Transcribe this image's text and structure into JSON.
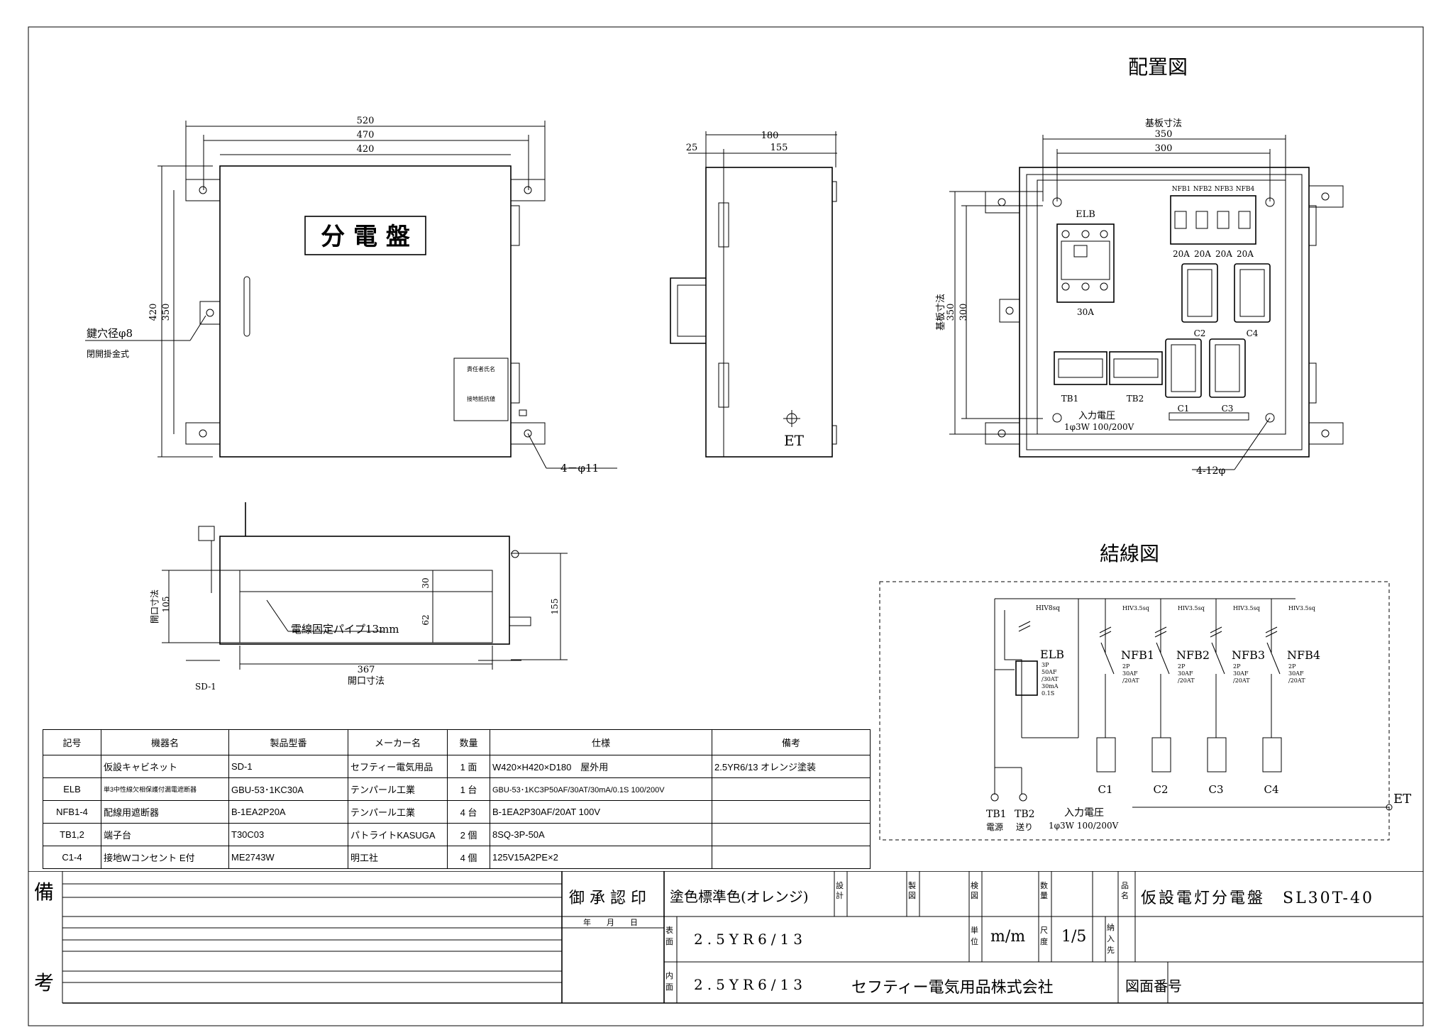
{
  "front_view": {
    "dim_520": "520",
    "dim_470": "470",
    "dim_420": "420",
    "dim_420v": "420",
    "dim_350v": "350",
    "panel_title": "分 電 盤",
    "keyhole_label": "鍵穴径φ8",
    "keyhole_sub": "閉開掛金式",
    "nameplate_line1": "責任者氏名",
    "nameplate_line2": "接地抵抗値",
    "mount_hole_label": "4－φ11"
  },
  "side_view": {
    "dim_25": "25",
    "dim_180": "180",
    "dim_155": "155",
    "et_label": "ET"
  },
  "bottom_view": {
    "dim_30": "30",
    "dim_62": "62",
    "dim_105": "105",
    "dim_155": "155",
    "dim_367": "367",
    "opening_label_v": "開口寸法",
    "opening_label_h": "開口寸法",
    "pipe_label": "電線固定パイプ13mm",
    "sd_label": "SD-1"
  },
  "layout_view": {
    "title": "配置図",
    "board_dim_label": "基板寸法",
    "dim_350": "350",
    "dim_300": "300",
    "board_dim_label_v": "基板寸法",
    "dim_350v": "350",
    "dim_300v": "300",
    "elb_label": "ELB",
    "elb_rating": "30A",
    "nfb_labels": [
      "NFB1",
      "NFB2",
      "NFB3",
      "NFB4"
    ],
    "nfb_ratings": [
      "20A",
      "20A",
      "20A",
      "20A"
    ],
    "outlet_labels": [
      "C2",
      "C4",
      "C1",
      "C3"
    ],
    "tb_labels": [
      "TB1",
      "TB2"
    ],
    "input_voltage": "入力電圧",
    "input_voltage_spec": "1φ3W 100/200V",
    "hole_label": "4-12φ"
  },
  "wiring_diagram": {
    "title": "結線図",
    "main_wire": "HIV8sq",
    "branch_wires": [
      "HIV3.5sq",
      "HIV3.5sq",
      "HIV3.5sq",
      "HIV3.5sq"
    ],
    "elb_label": "ELB",
    "elb_spec": [
      "3P",
      "50AF",
      "/30AT",
      "30mA",
      "0.1S"
    ],
    "nfb_labels": [
      "NFB1",
      "NFB2",
      "NFB3",
      "NFB4"
    ],
    "nfb_spec": [
      "2P",
      "30AF",
      "/20AT"
    ],
    "outlet_labels": [
      "C1",
      "C2",
      "C3",
      "C4"
    ],
    "tb1_label": "TB1",
    "tb1_sub": "電源",
    "tb2_label": "TB2",
    "tb2_sub": "送り",
    "input_voltage": "入力電圧",
    "input_voltage_spec": "1φ3W 100/200V",
    "et_label": "ET"
  },
  "parts_table": {
    "headers": [
      "記号",
      "機器名",
      "製品型番",
      "メーカー名",
      "数量",
      "仕様",
      "備考"
    ],
    "rows": [
      [
        "",
        "仮設キャビネット",
        "SD-1",
        "セフティー電気用品",
        "1 面",
        "W420×H420×D180　屋外用",
        "2.5YR6/13 オレンジ塗装"
      ],
      [
        "ELB",
        "単3中性線欠相保護付漏電遮断器",
        "GBU-53･1KC30A",
        "テンパール工業",
        "1 台",
        "GBU-53･1KC3P50AF/30AT/30mA/0.1S 100/200V",
        ""
      ],
      [
        "NFB1-4",
        "配線用遮断器",
        "B-1EA2P20A",
        "テンパール工業",
        "4 台",
        "B-1EA2P30AF/20AT 100V",
        ""
      ],
      [
        "TB1,2",
        "端子台",
        "T30C03",
        "パトライトKASUGA",
        "2 個",
        "8SQ-3P-50A",
        ""
      ],
      [
        "C1-4",
        "接地Wコンセント E付",
        "ME2743W",
        "明工社",
        "4 個",
        "125V15A2PE×2",
        ""
      ]
    ]
  },
  "title_block": {
    "remarks_top": "備",
    "remarks_bottom": "考",
    "approval": "御 承 認 印",
    "date_fields": "年　　月　　日",
    "paint_label": "塗色標準色(オレンジ)",
    "design_label": "設計",
    "drafting_label": "製図",
    "check_label": "検図",
    "qty_label": "数量",
    "name_label": "品名",
    "product_name": "仮設電灯分電盤　SL30T-40",
    "surface_label": "表面",
    "surface_color": "2.5YR6/13",
    "unit_label": "単位",
    "unit_value": "m/m",
    "scale_label": "尺度",
    "scale_value": "1/5",
    "delivery_label": "納入先",
    "inner_label": "内面",
    "inner_color": "2.5YR6/13",
    "company": "セフティー電気用品株式会社",
    "drawing_no_label": "図面番号"
  }
}
